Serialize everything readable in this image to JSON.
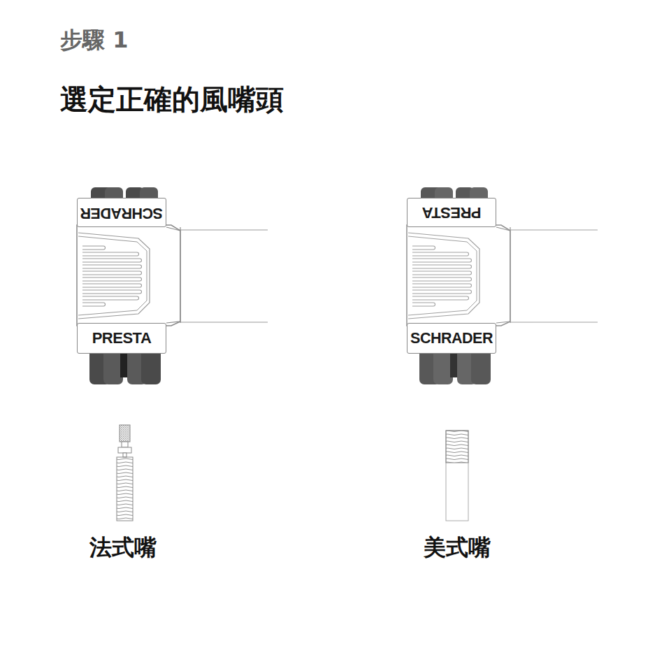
{
  "diagram": {
    "title": "選定正確的風嘴頭",
    "nodes": [
      {
        "text": [
          "SCHRADER"
        ]
      },
      {
        "text": [
          "PRESTA"
        ]
      },
      {
        "text": [
          "PRESTA"
        ]
      },
      {
        "text": [
          "SCHRADER"
        ]
      }
    ],
    "labels": [
      "步驟 1",
      "法式嘴",
      "美式嘴"
    ]
  }
}
